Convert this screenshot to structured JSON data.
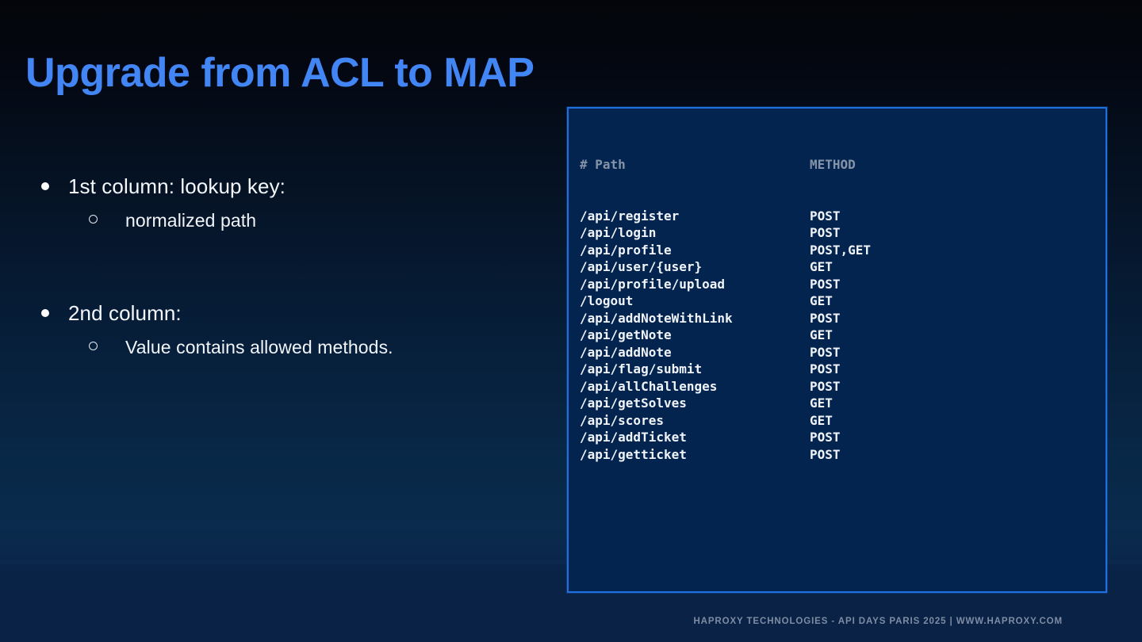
{
  "slide": {
    "title": "Upgrade from ACL to MAP",
    "title_color": "#4285f4",
    "background_top_color": "#030509",
    "background_bottom_color": "#0b2348"
  },
  "bullets": [
    {
      "level1": "1st column: lookup key:",
      "level2": "normalized path"
    },
    {
      "level1": "2nd column:",
      "level2": "Value contains allowed methods."
    }
  ],
  "code_panel": {
    "border_color": "#1f6fe0",
    "background_color": "#042450",
    "header": {
      "path": "# Path",
      "method": "METHOD"
    },
    "rows": [
      {
        "path": "/api/register",
        "method": "POST"
      },
      {
        "path": "/api/login",
        "method": "POST"
      },
      {
        "path": "/api/profile",
        "method": "POST,GET"
      },
      {
        "path": "/api/user/{user}",
        "method": "GET"
      },
      {
        "path": "/api/profile/upload",
        "method": "POST"
      },
      {
        "path": "/logout",
        "method": "GET"
      },
      {
        "path": "/api/addNoteWithLink",
        "method": "POST"
      },
      {
        "path": "/api/getNote",
        "method": "GET"
      },
      {
        "path": "/api/addNote",
        "method": "POST"
      },
      {
        "path": "/api/flag/submit",
        "method": "POST"
      },
      {
        "path": "/api/allChallenges",
        "method": "POST"
      },
      {
        "path": "/api/getSolves",
        "method": "GET"
      },
      {
        "path": "/api/scores",
        "method": "GET"
      },
      {
        "path": "/api/addTicket",
        "method": "POST"
      },
      {
        "path": "/api/getticket",
        "method": "POST"
      }
    ]
  },
  "footer": {
    "text": "HAPROXY TECHNOLOGIES - API DAYS PARIS 2025  |  WWW.HAPROXY.COM"
  }
}
